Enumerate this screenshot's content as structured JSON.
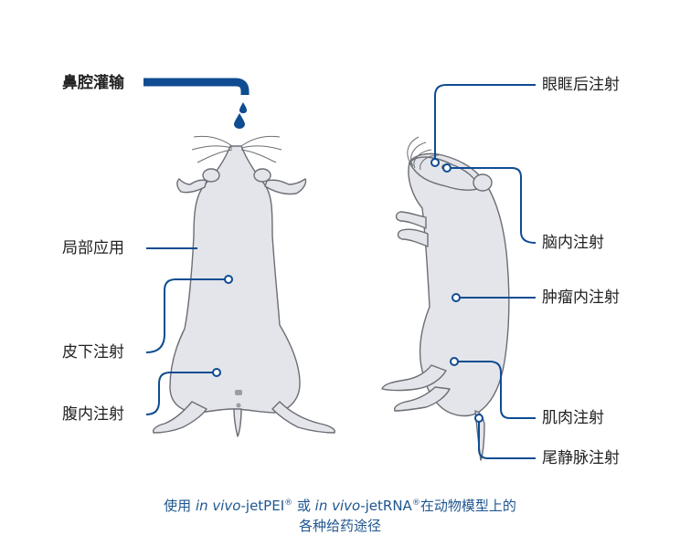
{
  "labels": {
    "nasal": "鼻腔灌输",
    "topical": "局部应用",
    "subcutaneous": "皮下注射",
    "intraperitoneal": "腹内注射",
    "retro_orbital": "眼眶后注射",
    "intracerebral": "脑内注射",
    "intratumoral": "肿瘤内注射",
    "intramuscular": "肌肉注射",
    "tail_vein": "尾静脉注射"
  },
  "caption": {
    "prefix": "使用 ",
    "brand1_italic": "in vivo",
    "brand1_rest": "-jetPEI",
    "reg1": "®",
    "connector": " 或 ",
    "brand2_italic": "in vivo",
    "brand2_rest": "-jetRNA",
    "reg2": "®",
    "suffix": "在动物模型上的",
    "line2": "各种给药途径"
  },
  "colors": {
    "accent": "#0f4c92",
    "mouse_fill": "#e3e5ea",
    "mouse_outline": "#6b6e74",
    "label_text": "#222222",
    "caption_text": "#1f5690"
  }
}
